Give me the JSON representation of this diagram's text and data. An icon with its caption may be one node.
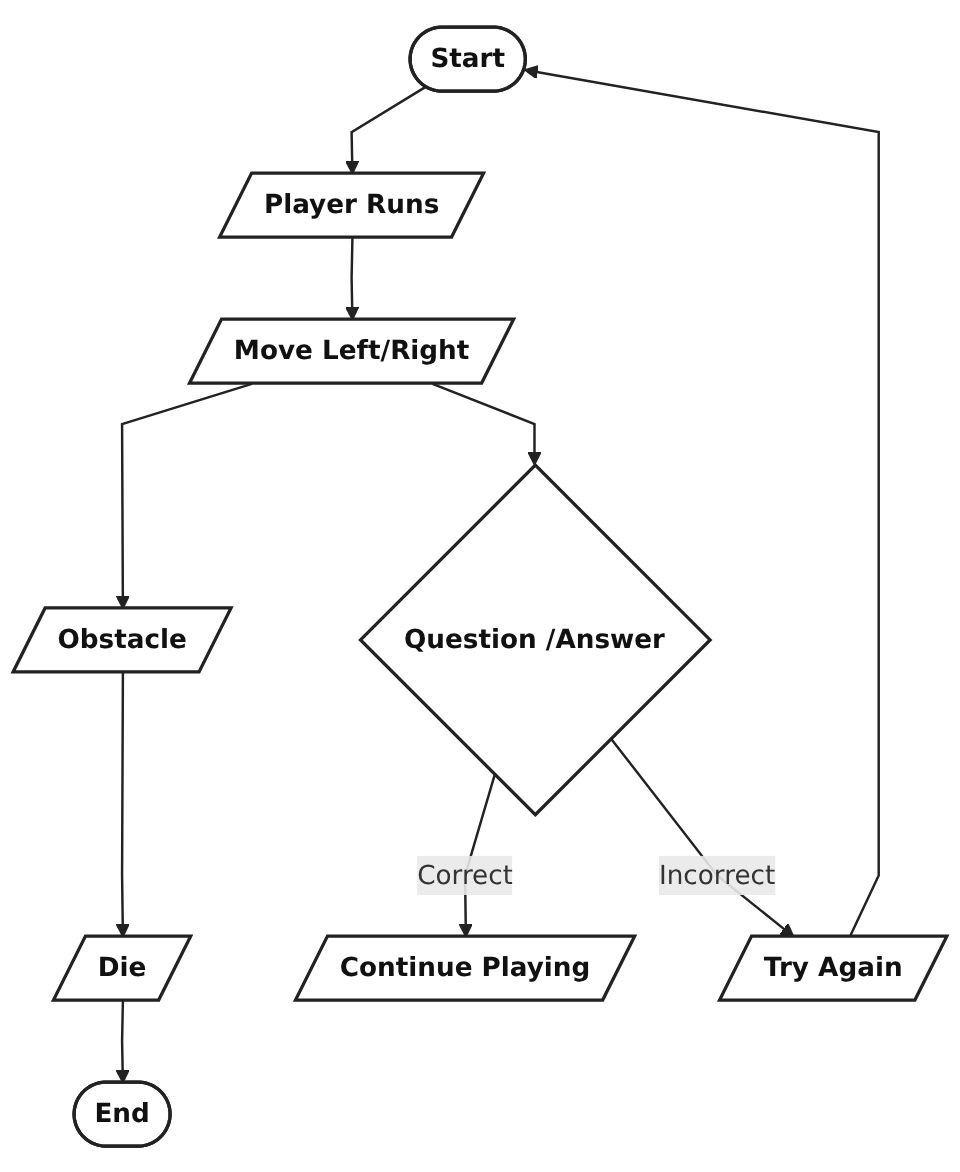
{
  "diagram": {
    "nodes": [
      {
        "text": [
          "Start"
        ]
      },
      {
        "text": [
          "Player Runs"
        ]
      },
      {
        "text": [
          "Move Left/Right"
        ]
      },
      {
        "text": [
          "Obstacle"
        ]
      },
      {
        "text": [
          "Die"
        ]
      },
      {
        "text": [
          "End"
        ]
      },
      {
        "text": [
          "Question /Answer"
        ]
      },
      {
        "text": [
          "Continue Playing"
        ]
      },
      {
        "text": [
          "Try Again"
        ]
      }
    ],
    "edges": [
      {
        "from": 0,
        "to": 1,
        "arrow": "to"
      },
      {
        "from": 1,
        "to": 2,
        "arrow": "to"
      },
      {
        "from": 2,
        "to": 3,
        "arrow": "to"
      },
      {
        "from": 3,
        "to": 4,
        "arrow": "to"
      },
      {
        "from": 4,
        "to": 5,
        "arrow": "to"
      },
      {
        "from": 2,
        "to": 6,
        "arrow": "to"
      },
      {
        "from": 6,
        "to": 7,
        "label": "Correct",
        "arrow": "to"
      },
      {
        "from": 6,
        "to": 8,
        "label": "Incorrect",
        "arrow": "to"
      },
      {
        "from": 8,
        "to": 0,
        "arrow": "to"
      }
    ]
  }
}
